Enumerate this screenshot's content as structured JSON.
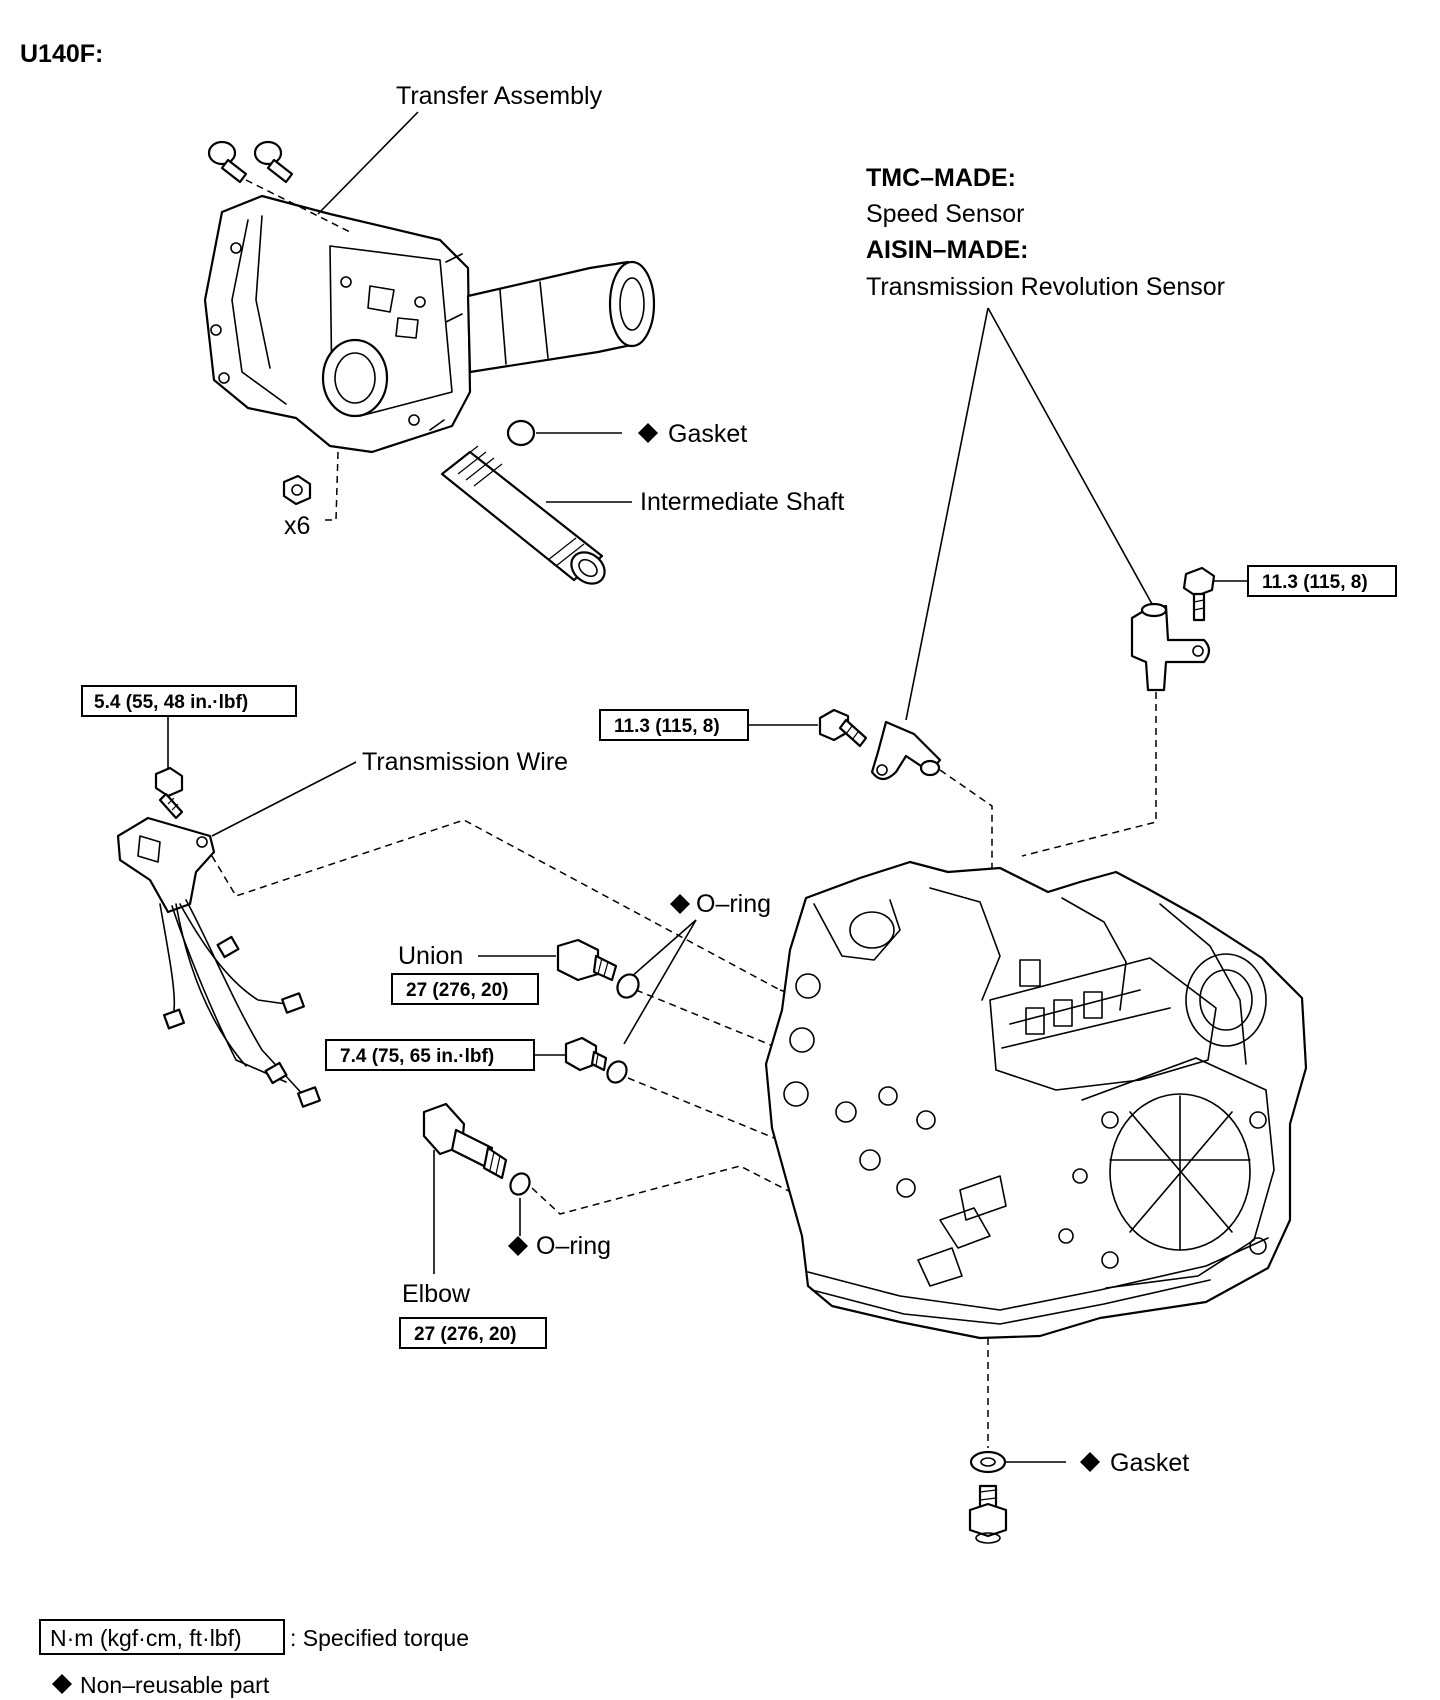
{
  "model": "U140F:",
  "labels": {
    "transfer_assembly": "Transfer Assembly",
    "tmc_made": "TMC–MADE:",
    "speed_sensor": "Speed Sensor",
    "aisin_made": "AISIN–MADE:",
    "trans_rev_sensor": "Transmission Revolution Sensor",
    "gasket_top": "Gasket",
    "intermediate_shaft": "Intermediate Shaft",
    "x6": "x6",
    "transmission_wire": "Transmission Wire",
    "o_ring_upper": "O–ring",
    "union": "Union",
    "o_ring_lower": "O–ring",
    "elbow": "Elbow",
    "gasket_bottom": "Gasket"
  },
  "torques": {
    "trans_rev_sensor_bolt": "11.3 (115, 8)",
    "speed_sensor_bolt": "11.3 (115, 8)",
    "wire_bolt": "5.4 (55, 48 in.·lbf)",
    "union": "27 (276, 20)",
    "plug": "7.4 (75, 65 in.·lbf)",
    "elbow": "27 (276, 20)"
  },
  "legend": {
    "torque_unit": "N·m (kgf·cm, ft·lbf)",
    "torque_desc": ": Specified torque",
    "non_reusable": "Non–reusable part"
  }
}
